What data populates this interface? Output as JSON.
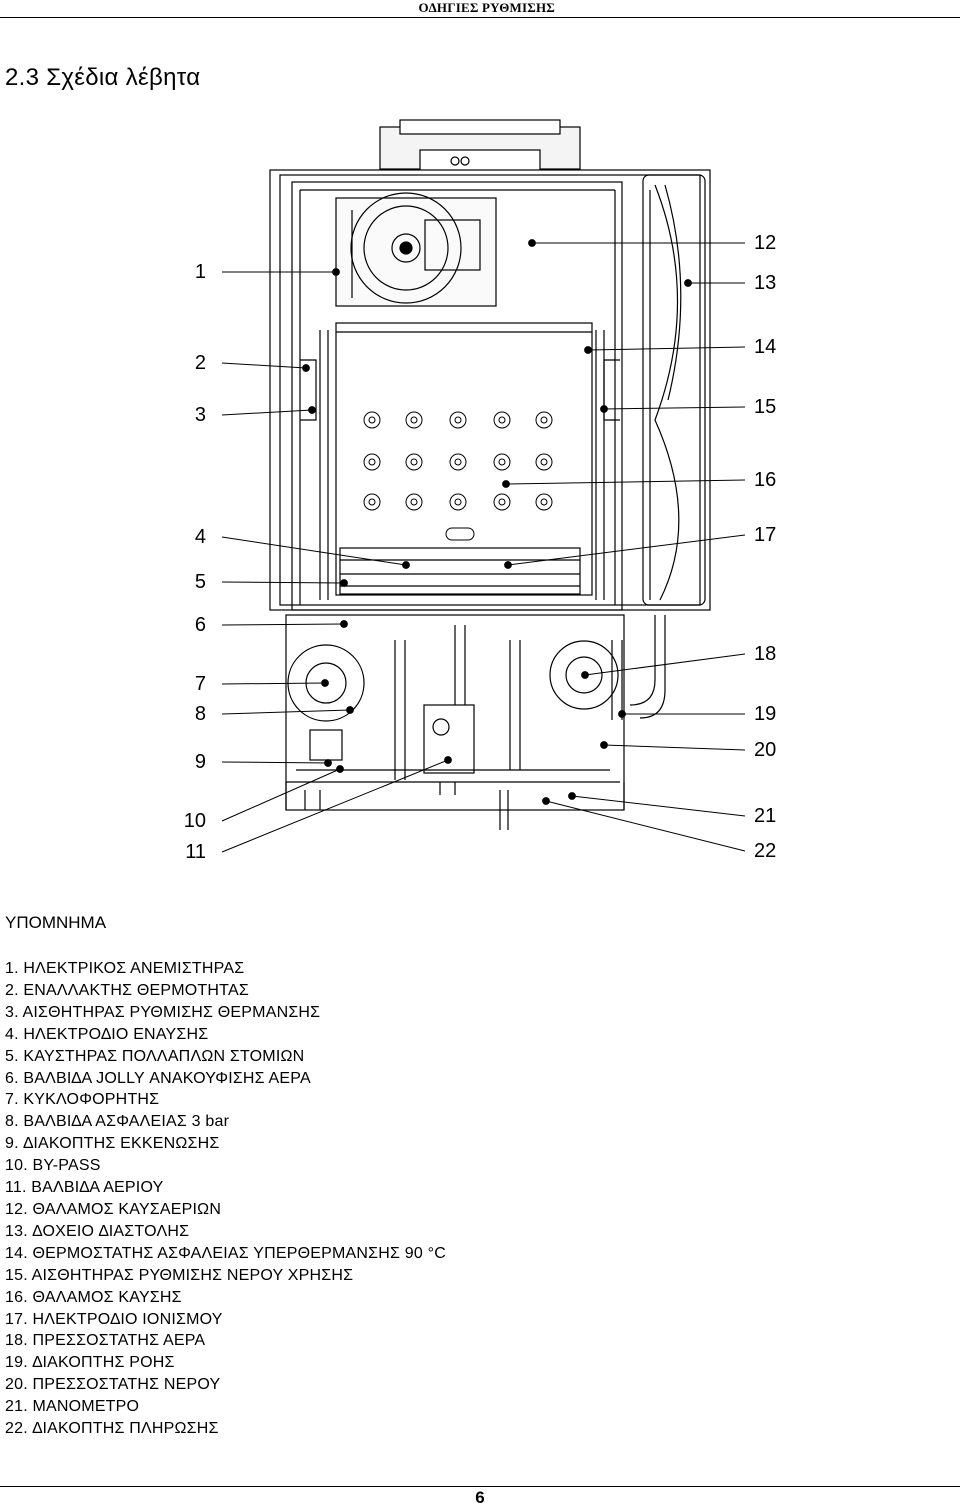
{
  "header": {
    "text": "Ο∆ΗΓΙΕΣ ΡΥΘΜΙΣΗΣ"
  },
  "section_title": "2.3 Σχέδια λέβητα",
  "diagram": {
    "labels_left": [
      "1",
      "2",
      "3",
      "4",
      "5",
      "6",
      "7",
      "8",
      "9",
      "10",
      "11"
    ],
    "labels_right": [
      "12",
      "13",
      "14",
      "15",
      "16",
      "17",
      "18",
      "19",
      "20",
      "21",
      "22"
    ]
  },
  "legend": {
    "title": "ΥΠΟΜΝΗΜΑ",
    "items": [
      "1.  ΗΛΕΚΤΡΙΚΟΣ ΑΝΕΜΙΣΤΗΡΑΣ",
      "2.  ΕΝΑΛΛΑΚΤΗΣ ΘΕΡΜΟΤΗΤΑΣ",
      "3.  ΑΙΣΘΗΤΗΡΑΣ ΡΥΘΜΙΣΗΣ ΘΕΡΜΑΝΣΗΣ",
      "4.  ΗΛΕΚΤΡΟ∆ΙΟ ΕΝΑΥΣΗΣ",
      "5.  ΚΑΥΣΤΗΡΑΣ ΠΟΛΛΑΠΛΩΝ ΣΤΟΜΙΩΝ",
      "6.  ΒΑΛΒΙ∆Α JOLLY ΑΝΑΚΟΥΦΙΣΗΣ ΑΕΡΑ",
      "7.  ΚΥΚΛΟΦΟΡΗΤΗΣ",
      "8.  ΒΑΛΒΙ∆Α ΑΣΦΑΛΕΙΑΣ 3 bar",
      "9.  ∆ΙΑΚΟΠΤΗΣ ΕΚΚΕΝΩΣΗΣ",
      "10. BY-PASS",
      "11. ΒΑΛΒΙ∆Α ΑΕΡΙΟΥ",
      "12. ΘΑΛΑΜΟΣ ΚΑΥΣΑΕΡΙΩΝ",
      "13. ∆ΟΧΕΙΟ ∆ΙΑΣΤΟΛΗΣ",
      "14. ΘΕΡΜΟΣΤΑΤΗΣ ΑΣΦΑΛΕΙΑΣ ΥΠΕΡΘΕΡΜΑΝΣΗΣ 90 °C",
      "15. ΑΙΣΘΗΤΗΡΑΣ ΡΥΘΜΙΣΗΣ ΝΕΡΟΥ ΧΡΗΣΗΣ",
      "16. ΘΑΛΑΜΟΣ ΚΑΥΣΗΣ",
      "17. ΗΛΕΚΤΡΟ∆ΙΟ ΙΟΝΙΣΜΟΥ",
      "18. ΠΡΕΣΣΟΣΤΑΤΗΣ ΑΕΡΑ",
      "19. ∆ΙΑΚΟΠΤΗΣ ΡΟΗΣ",
      "20. ΠΡΕΣΣΟΣΤΑΤΗΣ ΝΕΡΟΥ",
      "21. ΜΑΝΟΜΕΤΡΟ",
      "22. ∆ΙΑΚΟΠΤΗΣ ΠΛΗΡΩΣΗΣ"
    ]
  },
  "page_number": "6"
}
